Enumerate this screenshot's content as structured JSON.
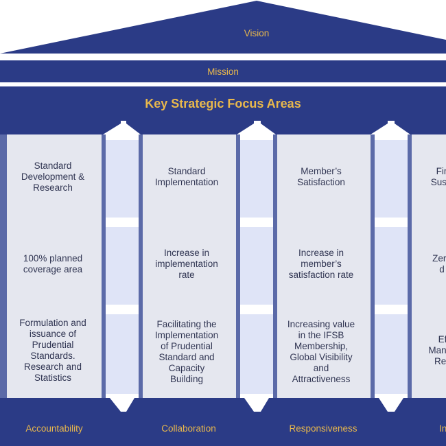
{
  "roof": {
    "vision": "Vision"
  },
  "mission": "Mission",
  "focus_title": "Key Strategic Focus Areas",
  "pillars": [
    {
      "area": "Standard\nDevelopment &\nResearch",
      "target": "100% planned\ncoverage area",
      "initiative": "Formulation and\nissuance of\nPrudential\nStandards.\nResearch and\nStatistics"
    },
    {
      "area": "Standard\nImplementation",
      "target": "Increase in\nimplementation\nrate",
      "initiative": "Facilitating the\nImplementation\nof Prudential\nStandard and\nCapacity\nBuilding"
    },
    {
      "area": "Member’s\nSatisfaction",
      "target": "Increase in\nmember’s\nsatisfaction rate",
      "initiative": "Increasing value\nin the IFSB\nMembership,\nGlobal Visibility\nand\nAttractiveness"
    },
    {
      "area": "Fin\nSusta",
      "target": "Zero\nd",
      "initiative": "Ef\nManag\nRes"
    }
  ],
  "values": [
    "Accountability",
    "Collaboration",
    "Responsiveness",
    "In"
  ],
  "colors": {
    "navy": "#2b3b86",
    "gold": "#e9b84c",
    "pillar": "#e5e7ef",
    "gap": "#dfe4f7",
    "pillar_edge": "#5b6aa8"
  }
}
